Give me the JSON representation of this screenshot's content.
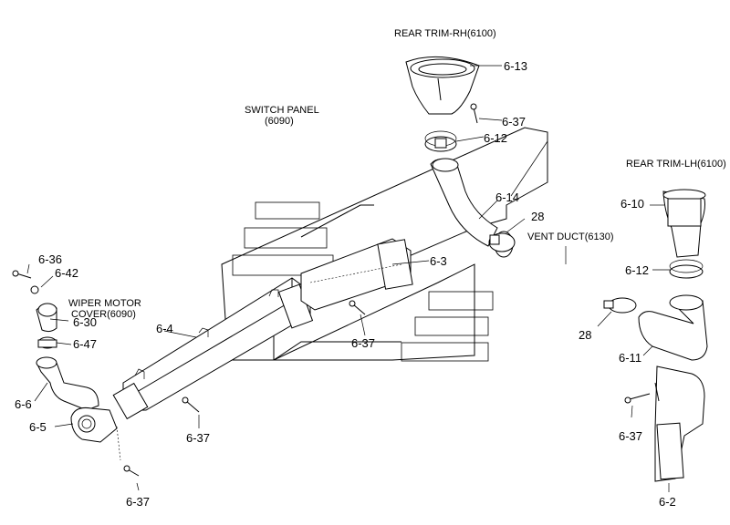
{
  "headings": {
    "rear_trim_rh": "REAR TRIM-RH(6100)",
    "switch_panel_1": "SWITCH PANEL",
    "switch_panel_2": "(6090)",
    "rear_trim_lh": "REAR TRIM-LH(6100)",
    "vent_duct": "VENT DUCT(6130)",
    "wiper_motor_1": "WIPER MOTOR",
    "wiper_motor_2": "COVER(6090)"
  },
  "callouts": {
    "p6_13": "6-13",
    "p6_37_top": "6-37",
    "p6_12_top": "6-12",
    "p6_14": "6-14",
    "p28_mid": "28",
    "p6_3": "6-3",
    "p6_37_mid": "6-37",
    "p6_36": "6-36",
    "p6_42": "6-42",
    "p6_30": "6-30",
    "p6_47": "6-47",
    "p6_4": "6-4",
    "p6_6": "6-6",
    "p6_5": "6-5",
    "p6_37_low": "6-37",
    "p6_37_bottom": "6-37",
    "p6_10": "6-10",
    "p6_12_right": "6-12",
    "p28_right": "28",
    "p6_11": "6-11",
    "p6_37_right": "6-37",
    "p6_2": "6-2"
  }
}
